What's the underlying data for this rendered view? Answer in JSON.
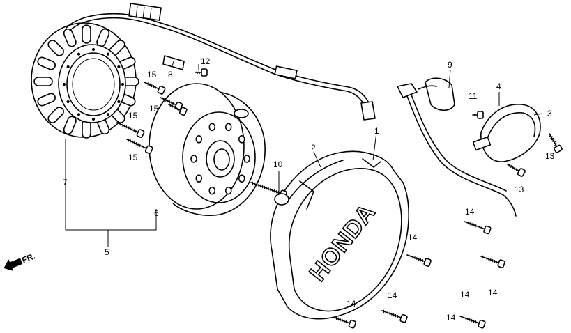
{
  "diagram": {
    "brand_logo": "HONDA",
    "direction_marker": "FR.",
    "callouts": [
      {
        "id": "1",
        "text": "1"
      },
      {
        "id": "2",
        "text": "2"
      },
      {
        "id": "3",
        "text": "3"
      },
      {
        "id": "4",
        "text": "4"
      },
      {
        "id": "5",
        "text": "5"
      },
      {
        "id": "6",
        "text": "6"
      },
      {
        "id": "7",
        "text": "7"
      },
      {
        "id": "8",
        "text": "8"
      },
      {
        "id": "9",
        "text": "9"
      },
      {
        "id": "10",
        "text": "10"
      },
      {
        "id": "11",
        "text": "11"
      },
      {
        "id": "12",
        "text": "12"
      },
      {
        "id": "13a",
        "text": "13"
      },
      {
        "id": "13b",
        "text": "13"
      },
      {
        "id": "14a",
        "text": "14"
      },
      {
        "id": "14b",
        "text": "14"
      },
      {
        "id": "14c",
        "text": "14"
      },
      {
        "id": "14d",
        "text": "14"
      },
      {
        "id": "14e",
        "text": "14"
      },
      {
        "id": "14f",
        "text": "14"
      },
      {
        "id": "14g",
        "text": "14"
      },
      {
        "id": "15a",
        "text": "15"
      },
      {
        "id": "15b",
        "text": "15"
      },
      {
        "id": "15c",
        "text": "15"
      },
      {
        "id": "15d",
        "text": "15"
      }
    ]
  }
}
